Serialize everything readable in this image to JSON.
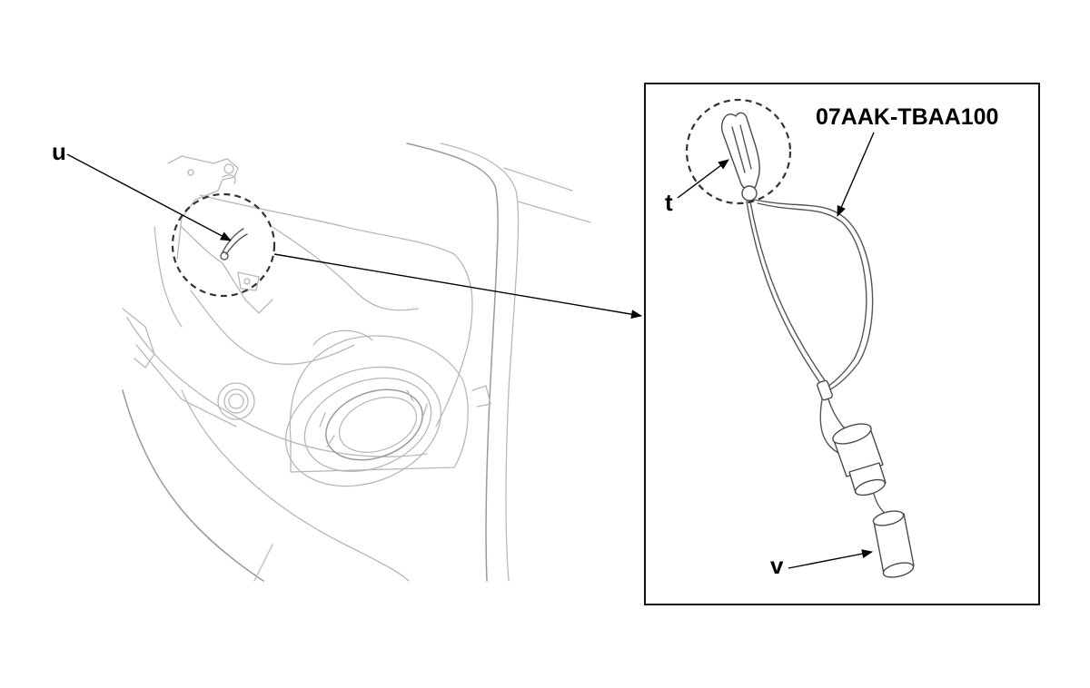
{
  "labels": {
    "u": "u",
    "t": "t",
    "v": "v",
    "tool_number": "07AAK-TBAA100"
  }
}
